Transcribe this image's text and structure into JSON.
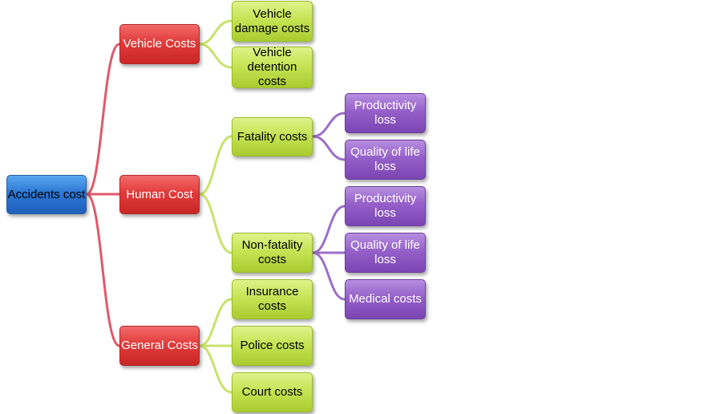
{
  "diagram": {
    "root": {
      "label": "Accidents cost"
    },
    "vehicle_costs": {
      "label": "Vehicle Costs",
      "children": [
        "Vehicle\ndamage costs",
        "Vehicle\ndetention\ncosts"
      ]
    },
    "human_cost": {
      "label": "Human Cost",
      "fatality": {
        "label": "Fatality costs",
        "children": [
          "Productivity\nloss",
          "Quality of life\nloss"
        ]
      },
      "non_fatality": {
        "label": "Non-fatality\ncosts",
        "children": [
          "Productivity\nloss",
          "Quality of life\nloss",
          "Medical costs"
        ]
      }
    },
    "general_costs": {
      "label": "General Costs",
      "children": [
        "Insurance\ncosts",
        "Police costs",
        "Court costs"
      ]
    }
  },
  "colors": {
    "root_fill": "#2b77d6",
    "level1_fill": "#e23b3b",
    "level2_fill": "#c6e455",
    "level3_fill": "#9560c9",
    "root_connector": "#e0596a",
    "level1_connector": "#c8e26a",
    "level2_connector": "#9b6fc8"
  }
}
